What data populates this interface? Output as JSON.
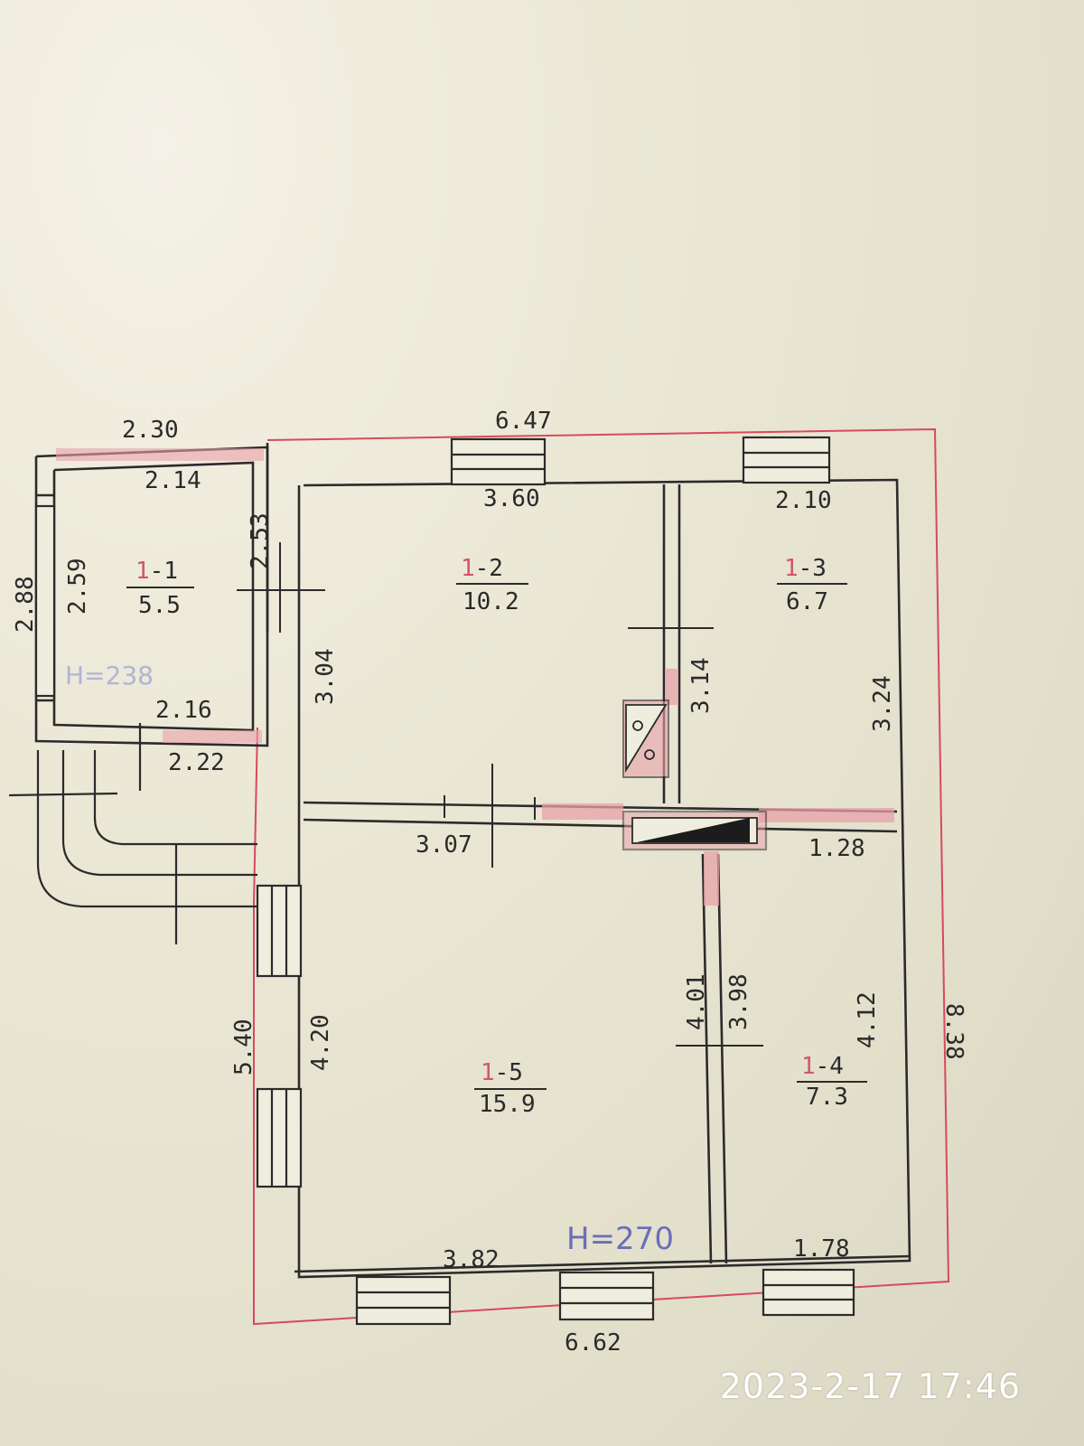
{
  "timestamp": "2023-2-17 17:46",
  "heights": {
    "main": "H=270",
    "annex": "H=238"
  },
  "rooms": [
    {
      "id_prefix": "1",
      "id_suffix": "-1",
      "area": "5.5"
    },
    {
      "id_prefix": "1",
      "id_suffix": "-2",
      "area": "10.2"
    },
    {
      "id_prefix": "1",
      "id_suffix": "-3",
      "area": "6.7"
    },
    {
      "id_prefix": "1",
      "id_suffix": "-4",
      "area": "7.3"
    },
    {
      "id_prefix": "1",
      "id_suffix": "-5",
      "area": "15.9"
    }
  ],
  "dimensions": {
    "annex_outer_top": "2.30",
    "annex_inner_top": "2.14",
    "annex_outer_left": "2.88",
    "annex_inner_left": "2.59",
    "annex_inner_right": "2.53",
    "annex_inner_bottom": "2.16",
    "annex_outer_bottom": "2.22",
    "house_top": "6.47",
    "room2_top": "3.60",
    "room3_top": "2.10",
    "room2_left": "3.04",
    "room2_right": "3.14",
    "room3_right": "3.24",
    "room5_top": "3.07",
    "room4_top": "1.28",
    "partition_a": "4.01",
    "partition_b": "3.98",
    "room4_right": "4.12",
    "room5_left": "4.20",
    "house_left": "5.40",
    "house_right": "8.38",
    "room5_bottom": "3.82",
    "room4_bottom": "1.78",
    "house_bottom": "6.62"
  }
}
